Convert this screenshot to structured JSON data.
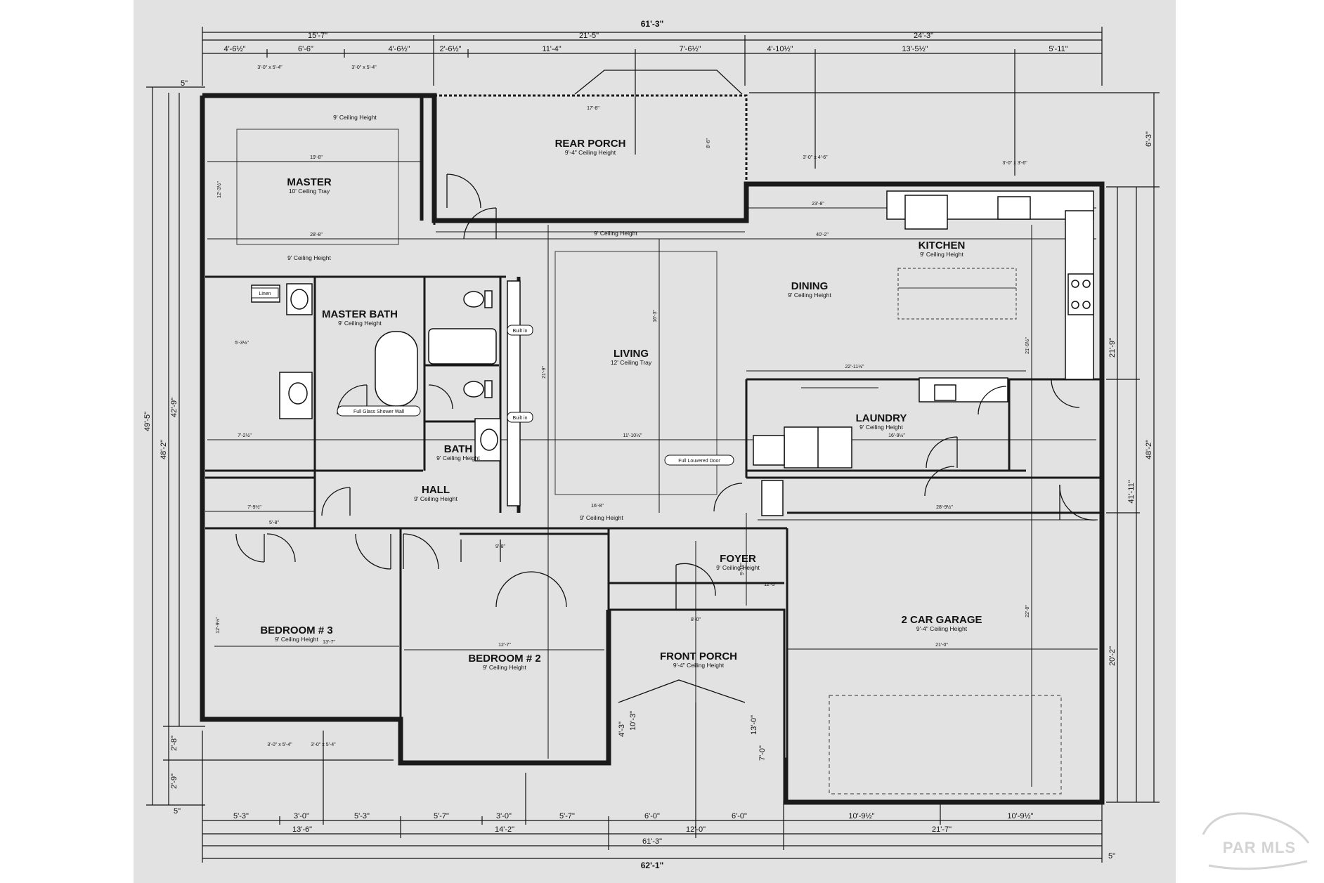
{
  "overall_top": "61'-3\"",
  "overall_bottom_a": "61'-3\"",
  "overall_bottom_b": "62'-1\"",
  "top_row2": [
    "15'-7\"",
    "21'-5\"",
    "24'-3\""
  ],
  "top_row3": [
    "4'-6½\"",
    "6'-6\"",
    "4'-6½\"",
    "2'-6½\"",
    "11'-4\"",
    "7'-6½\"",
    "4'-10½\"",
    "13'-5½\"",
    "5'-11\""
  ],
  "bottom_row1": [
    "5'-3\"",
    "3'-0\"",
    "5'-3\"",
    "5'-7\"",
    "3'-0\"",
    "5'-7\"",
    "6'-0\"",
    "6'-0\"",
    "10'-9½\"",
    "10'-9½\""
  ],
  "bottom_row2": [
    "13'-6\"",
    "14'-2\"",
    "12'-0\"",
    "21'-7\""
  ],
  "left_dims": [
    "49'-5\"",
    "48'-2\"",
    "42'-9\""
  ],
  "left_small": [
    "5\"",
    "5\"",
    "2'-9\"",
    "2'-8\""
  ],
  "right_dims": [
    "6'-3\"",
    "48'-2\"",
    "21'-9\"",
    "41'-11\"",
    "20'-2\""
  ],
  "right_small": [
    "5\""
  ],
  "rooms": {
    "master": {
      "name": "MASTER",
      "sub": "10' Ceiling Tray"
    },
    "rear_porch": {
      "name": "REAR PORCH",
      "sub": "9'-4\" Ceiling Height"
    },
    "kitchen": {
      "name": "KITCHEN",
      "sub": "9' Ceiling Height"
    },
    "dining": {
      "name": "DINING",
      "sub": "9' Ceiling Height"
    },
    "master_bath": {
      "name": "MASTER BATH",
      "sub": "9' Ceiling Height"
    },
    "living": {
      "name": "LIVING",
      "sub": "12' Ceiling Tray"
    },
    "laundry": {
      "name": "LAUNDRY",
      "sub": "9' Ceiling Height"
    },
    "bath": {
      "name": "BATH",
      "sub": "9' Ceiling Height"
    },
    "hall": {
      "name": "HALL",
      "sub": "9' Ceiling Height"
    },
    "foyer": {
      "name": "FOYER",
      "sub": "9' Ceiling Height"
    },
    "bedroom3": {
      "name": "BEDROOM # 3",
      "sub": "9' Ceiling Height"
    },
    "bedroom2": {
      "name": "BEDROOM # 2",
      "sub": "9' Ceiling Height"
    },
    "front_porch": {
      "name": "FRONT PORCH",
      "sub": "9'-4\" Ceiling Height"
    },
    "garage": {
      "name": "2 CAR GARAGE",
      "sub": "9'-4\" Ceiling Height"
    }
  },
  "notes": {
    "ceiling_9": "9' Ceiling Height",
    "linen": "Linen",
    "shower": "Full Glass Shower Wall",
    "louvered": "Full Louvered Door",
    "built_in_a": "Built in",
    "built_in_b": "Built in",
    "window_a": "3'-0\" x 5'-4\"",
    "window_b": "3'-0\" x 5'-4\"",
    "window_c": "3'-0\" x 5'-4\"",
    "window_d": "3'-0\" x 5'-4\"",
    "window_e": "3'-0\" x 4'-6\"",
    "window_f": "3'-0\" x 3'-6\""
  },
  "interior_dims": {
    "d1": "19'-8\"",
    "d2": "12'-3½\"",
    "d3": "28'-8\"",
    "d4": "17'-8\"",
    "d5": "23'-8\"",
    "d6": "40'-2\"",
    "d7": "16'-9½\"",
    "d8": "21'-9½\"",
    "d9": "22'-11½\"",
    "d10": "11'-10½\"",
    "d11": "16'-8\"",
    "d12": "28'-9½\"",
    "d13": "21'-9\"",
    "d14": "13'-7\"",
    "d15": "12'-7\"",
    "d16": "12'-9½\"",
    "d17": "8'-0\"",
    "d18": "9'-10\"",
    "d19": "13'-0\"",
    "d20": "7'-0\"",
    "d21": "4'-3\"",
    "d22": "10'-3\"",
    "d23": "22'-0\"",
    "d24": "21'-0\"",
    "d25": "8'-6\"",
    "d26": "16'-3\"",
    "d27": "12'-3\"",
    "d28": "9'-8\"",
    "d29": "5'-3½\"",
    "d30": "7'-2½\"",
    "d31": "7'-9½\"",
    "d32": "5'-8\""
  },
  "watermark": "PAR MLS",
  "colors": {
    "sheet": "#e2e2e2",
    "ink": "#111111",
    "wall": "#1a1a1a",
    "watermark": "#d3d3d3"
  }
}
